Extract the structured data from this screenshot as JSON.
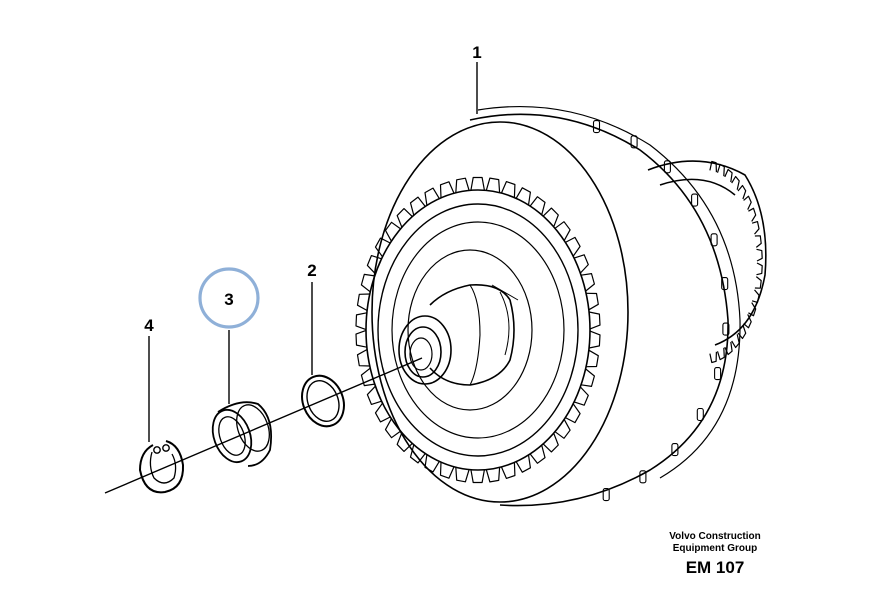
{
  "callouts": [
    {
      "id": "1",
      "label": "1"
    },
    {
      "id": "2",
      "label": "2"
    },
    {
      "id": "3",
      "label": "3"
    },
    {
      "id": "4",
      "label": "4"
    }
  ],
  "highlight": {
    "target": "3",
    "color": "#8fb0d8"
  },
  "footer": {
    "company_line1": "Volvo Construction",
    "company_line2": "Equipment Group",
    "code": "EM 107"
  }
}
